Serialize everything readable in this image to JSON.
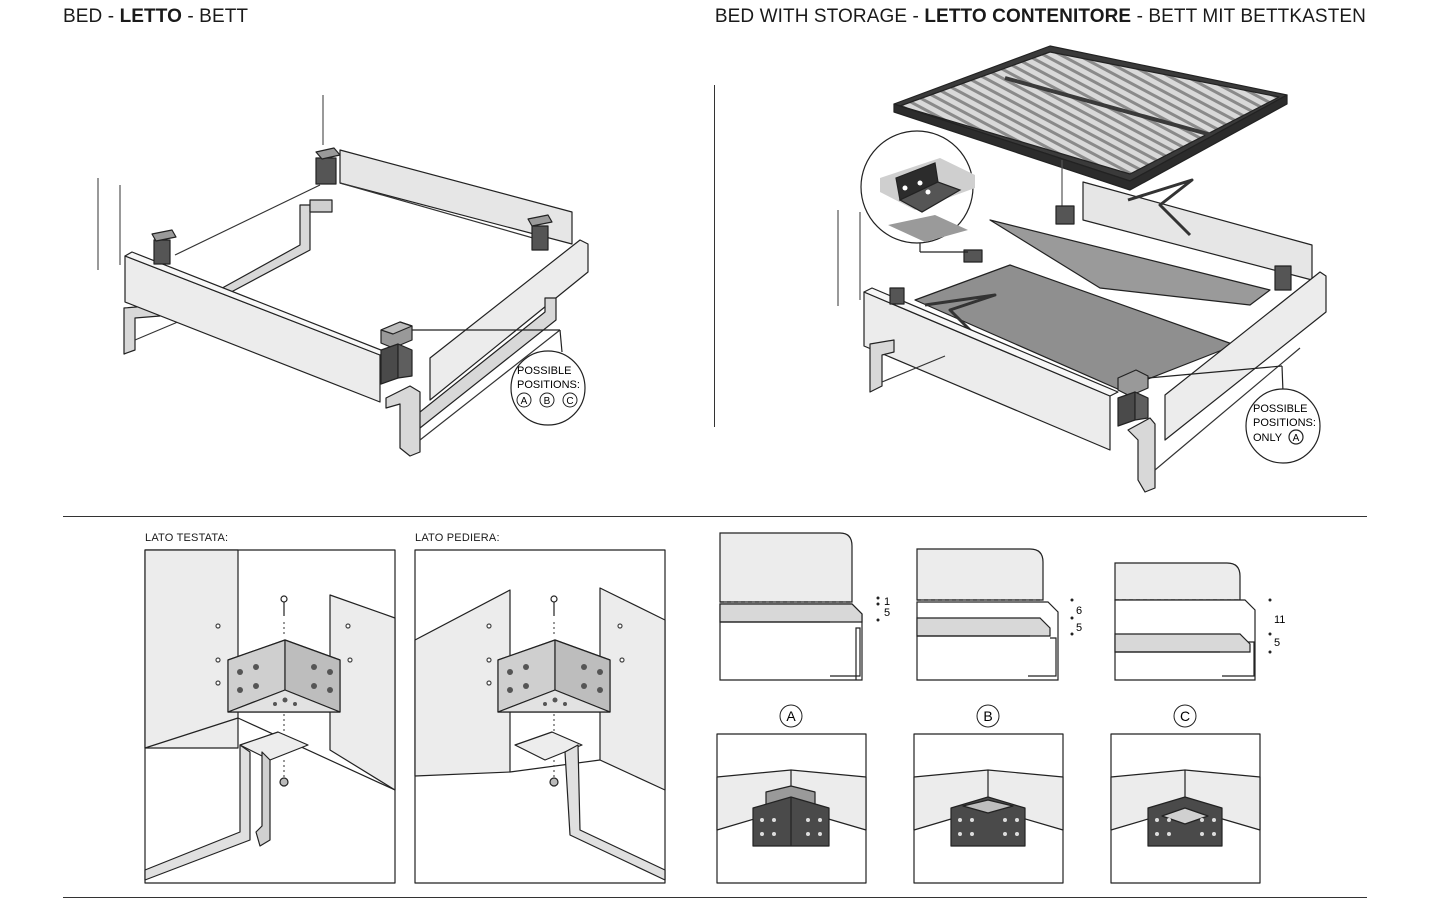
{
  "header_left": {
    "part1": "BED - ",
    "bold": "LETTO",
    "part2": " - BETT"
  },
  "header_right": {
    "part1": "BED WITH STORAGE - ",
    "bold": "LETTO CONTENITORE",
    "part2": " - BETT MIT BETTKASTEN"
  },
  "left_callout": {
    "line1": "POSSIBLE",
    "line2": "POSITIONS:",
    "opts": [
      "A",
      "B",
      "C"
    ]
  },
  "right_callout": {
    "line1": "POSSIBLE",
    "line2": "POSITIONS:",
    "line3": "ONLY",
    "opt": "A"
  },
  "detail_captions": {
    "head": "LATO TESTATA:",
    "foot": "LATO PEDIERA:"
  },
  "sections": [
    {
      "letter": "A",
      "dims": [
        "1",
        "5"
      ]
    },
    {
      "letter": "B",
      "dims": [
        "6",
        "5"
      ]
    },
    {
      "letter": "C",
      "dims": [
        "11",
        "5"
      ]
    }
  ]
}
